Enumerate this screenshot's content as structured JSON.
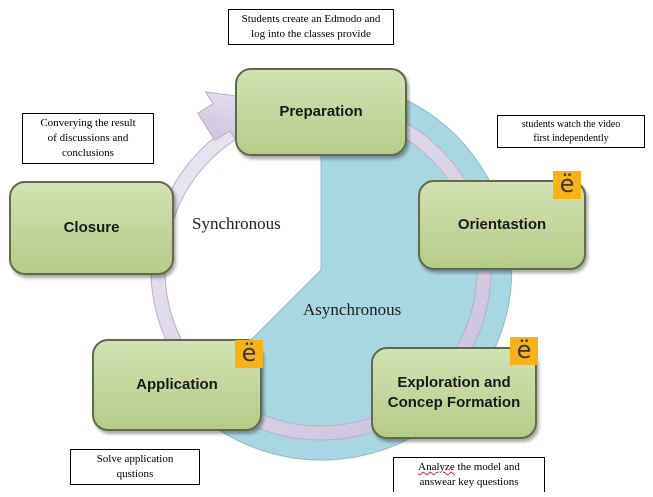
{
  "colors": {
    "stage_fill_top": "#d2e2b4",
    "stage_fill_bottom": "#b4cc88",
    "stage_border": "#5f6b4a",
    "cycle_ring": "#d8d2e6",
    "asynchronous_sector": "#a8d6e2",
    "edmodo_badge": "#f7b21a"
  },
  "stages": {
    "preparation": "Preparation",
    "orientation": "Orientastion",
    "exploration_line1": "Exploration and",
    "exploration_line2": "Concep Formation",
    "application": "Application",
    "closure": "Closure"
  },
  "modes": {
    "synchronous": "Synchronous",
    "asynchronous": "Asynchronous"
  },
  "notes": {
    "preparation_line1": "Students create an Edmodo and",
    "preparation_line2": "log into the classes provide",
    "orientation_line1": "students watch the video",
    "orientation_line2": "first independently",
    "closure_line1": "Converying the result",
    "closure_line2": "of discussions and",
    "closure_line3": "conclusions",
    "application_line1": "Solve application",
    "application_line2": "qustions",
    "exploration_line1_word": "Analyze",
    "exploration_line1_rest": " the model and",
    "exploration_line2": "answear key questions"
  },
  "icons": {
    "edmodo": "ë",
    "edmodo_name": "edmodo-logo-icon"
  }
}
